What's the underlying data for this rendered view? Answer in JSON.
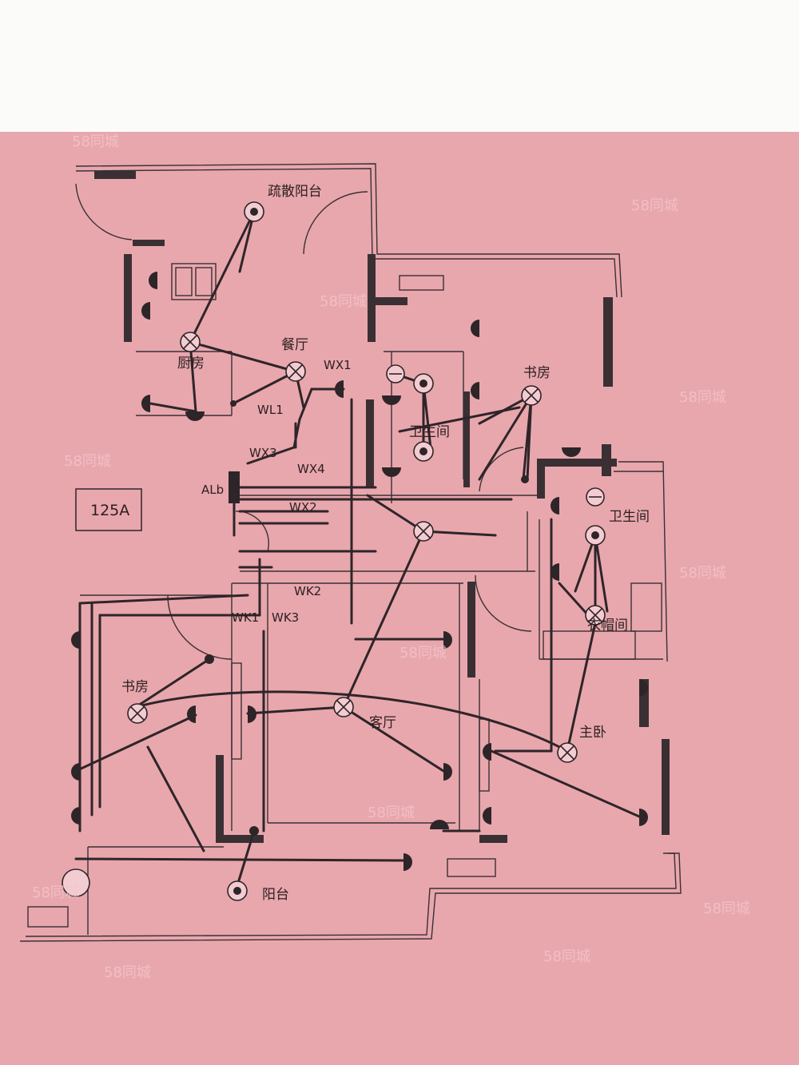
{
  "colors": {
    "paper": "#e8a7ad",
    "background": "#fbfbf9",
    "ink": "#2e2529"
  },
  "plan": {
    "rooms": {
      "evacuation_balcony": "疏散阳台",
      "kitchen": "厨房",
      "dining": "餐厅",
      "bathroom_north": "卫生间",
      "study_north": "书房",
      "bathroom_east": "卫生间",
      "cloakroom": "衣帽间",
      "study_west": "书房",
      "living": "客厅",
      "master_bedroom": "主卧",
      "balcony": "阳台"
    },
    "circuits": {
      "wx1": "WX1",
      "wl1": "WL1",
      "wx3": "WX3",
      "wx4": "WX4",
      "wx2": "WX2",
      "wk2": "WK2",
      "wk1": "WK1",
      "wk3": "WK3"
    },
    "panel": {
      "label": "ALb",
      "breaker": "125A"
    }
  },
  "watermark": "58同城"
}
